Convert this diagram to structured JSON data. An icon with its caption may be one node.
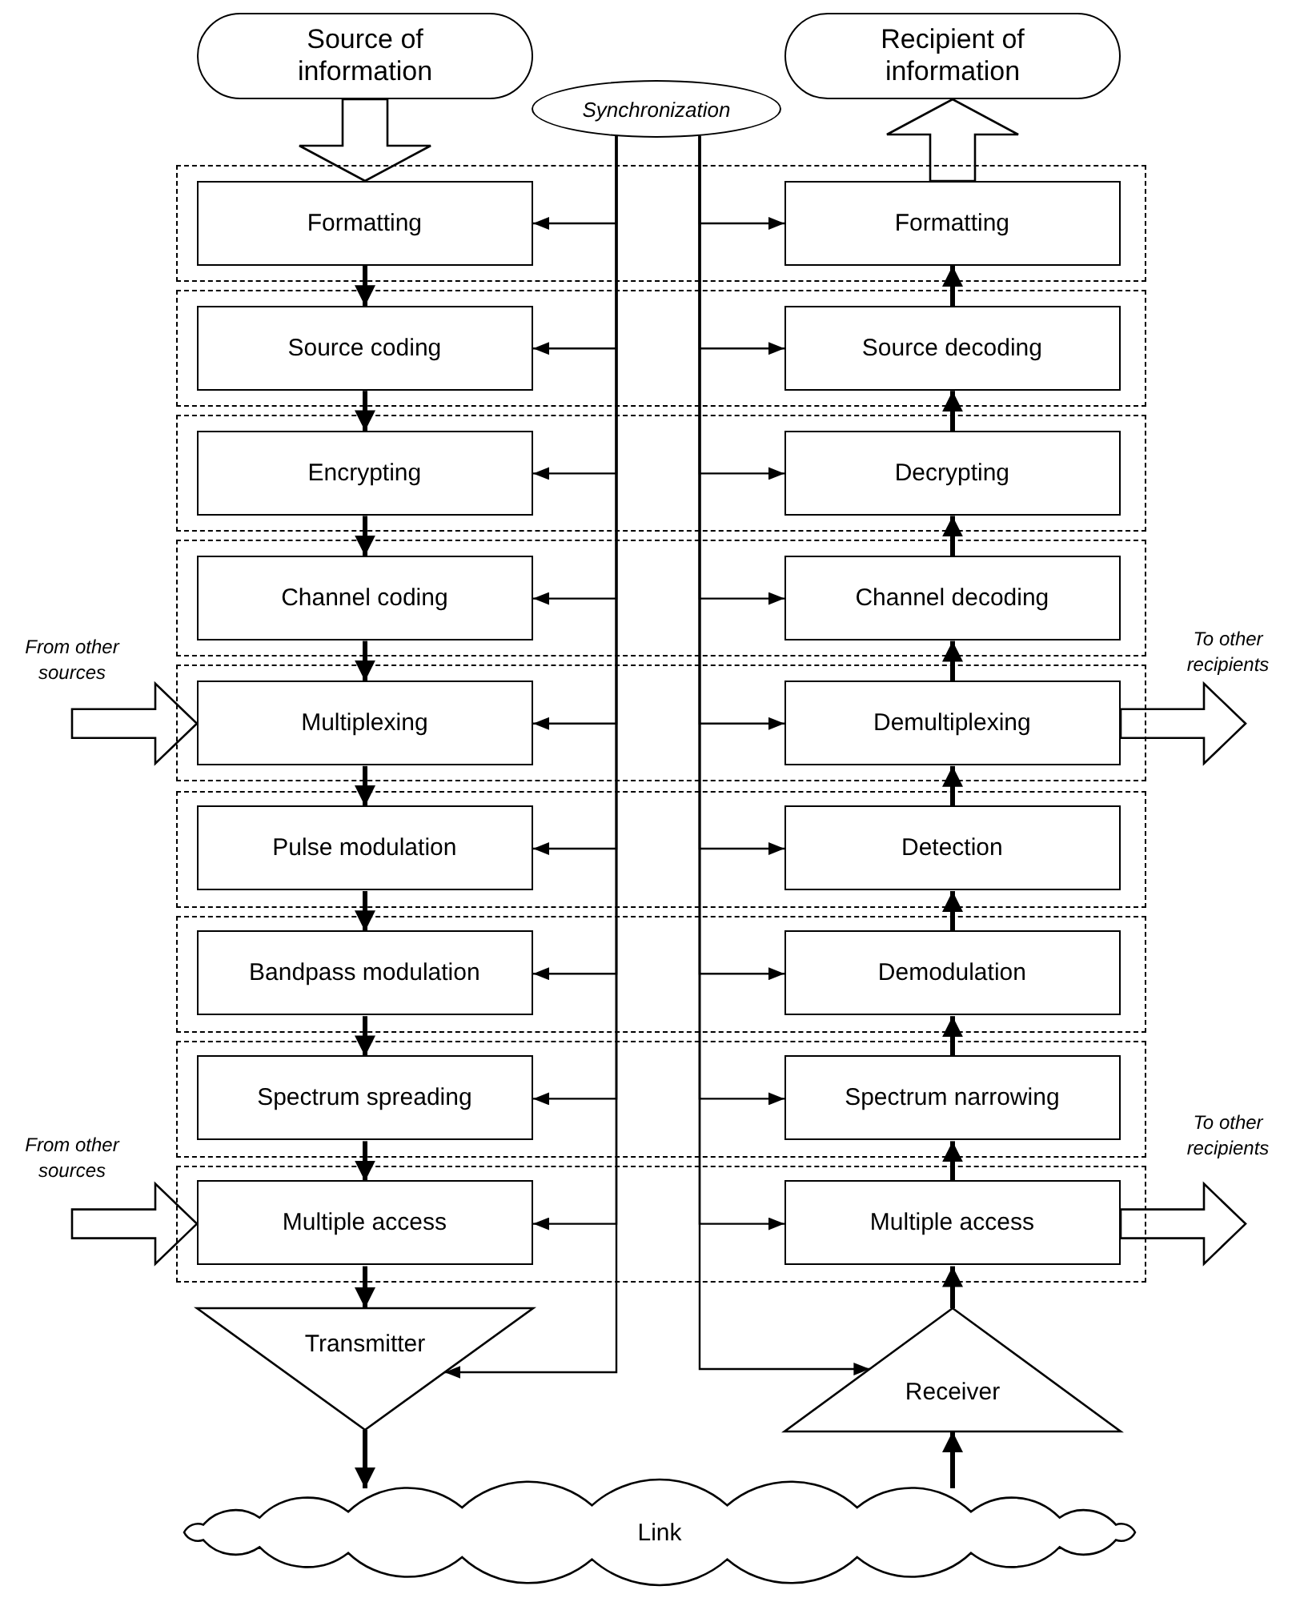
{
  "diagram": {
    "nodes": [
      {
        "text": [
          "Source of information"
        ]
      },
      {
        "text": [
          "Recipient of information"
        ]
      },
      {
        "text": [
          "Synchronization"
        ]
      },
      {
        "text": [],
        "shape": "box"
      },
      {
        "text": [
          "Formatting"
        ],
        "in": 3
      },
      {
        "text": [
          "Formatting"
        ],
        "in": 3
      },
      {
        "text": [],
        "shape": "box"
      },
      {
        "text": [
          "Source coding"
        ],
        "in": 6
      },
      {
        "text": [
          "Source decoding"
        ],
        "in": 6
      },
      {
        "text": [],
        "shape": "box"
      },
      {
        "text": [
          "Encrypting"
        ],
        "in": 9
      },
      {
        "text": [
          "Decrypting"
        ],
        "in": 9
      },
      {
        "text": [],
        "shape": "box"
      },
      {
        "text": [
          "Channel coding"
        ],
        "in": 12
      },
      {
        "text": [
          "Channel decoding"
        ],
        "in": 12
      },
      {
        "text": [],
        "shape": "box"
      },
      {
        "text": [
          "Multiplexing"
        ],
        "in": 15
      },
      {
        "text": [
          "Demultiplexing"
        ],
        "in": 15
      },
      {
        "text": [],
        "shape": "box"
      },
      {
        "text": [
          "Pulse modulation"
        ],
        "in": 18
      },
      {
        "text": [
          "Detection"
        ],
        "in": 18
      },
      {
        "text": [],
        "shape": "box"
      },
      {
        "text": [
          "Bandpass modulation"
        ],
        "in": 21
      },
      {
        "text": [
          "Demodulation"
        ],
        "in": 21
      },
      {
        "text": [],
        "shape": "box"
      },
      {
        "text": [
          "Spectrum spreading"
        ],
        "in": 24
      },
      {
        "text": [
          "Spectrum narrowing"
        ],
        "in": 24
      },
      {
        "text": [],
        "shape": "box"
      },
      {
        "text": [
          "Multiple access"
        ],
        "in": 27
      },
      {
        "text": [
          "Multiple access"
        ],
        "in": 27
      },
      {
        "text": [
          "Transmitter"
        ]
      },
      {
        "text": [
          "Receiver"
        ]
      },
      {
        "text": [
          "Link"
        ]
      },
      {
        "text": [
          "From other sources"
        ]
      },
      {
        "text": [
          "To other recipients"
        ]
      },
      {
        "text": [
          "From other sources"
        ]
      },
      {
        "text": [
          "To other recipients"
        ]
      }
    ],
    "edges": [
      {
        "from": 0,
        "to": 4,
        "arrow": "to"
      },
      {
        "from": 5,
        "to": 1,
        "arrow": "to"
      },
      {
        "from": 33,
        "to": 16,
        "arrow": "to"
      },
      {
        "from": 17,
        "to": 34,
        "arrow": "to"
      },
      {
        "from": 35,
        "to": 28,
        "arrow": "to"
      },
      {
        "from": 29,
        "to": 36,
        "arrow": "to"
      },
      {
        "from": 4,
        "to": 7,
        "arrow": "to",
        "style": "thick"
      },
      {
        "from": 7,
        "to": 10,
        "arrow": "to",
        "style": "thick"
      },
      {
        "from": 10,
        "to": 13,
        "arrow": "to",
        "style": "thick"
      },
      {
        "from": 13,
        "to": 16,
        "arrow": "to",
        "style": "thick"
      },
      {
        "from": 16,
        "to": 19,
        "arrow": "to",
        "style": "thick"
      },
      {
        "from": 19,
        "to": 22,
        "arrow": "to",
        "style": "thick"
      },
      {
        "from": 22,
        "to": 25,
        "arrow": "to",
        "style": "thick"
      },
      {
        "from": 25,
        "to": 28,
        "arrow": "to",
        "style": "thick"
      },
      {
        "from": 28,
        "to": 30,
        "arrow": "to",
        "style": "thick"
      },
      {
        "from": 30,
        "to": 32,
        "arrow": "to",
        "style": "thick"
      },
      {
        "from": 32,
        "to": 31,
        "arrow": "to",
        "style": "thick"
      },
      {
        "from": 31,
        "to": 29,
        "arrow": "to",
        "style": "thick"
      },
      {
        "from": 29,
        "to": 26,
        "arrow": "to",
        "style": "thick"
      },
      {
        "from": 26,
        "to": 23,
        "arrow": "to",
        "style": "thick"
      },
      {
        "from": 23,
        "to": 20,
        "arrow": "to",
        "style": "thick"
      },
      {
        "from": 20,
        "to": 17,
        "arrow": "to",
        "style": "thick"
      },
      {
        "from": 17,
        "to": 14,
        "arrow": "to",
        "style": "thick"
      },
      {
        "from": 14,
        "to": 11,
        "arrow": "to",
        "style": "thick"
      },
      {
        "from": 11,
        "to": 8,
        "arrow": "to",
        "style": "thick"
      },
      {
        "from": 8,
        "to": 5,
        "arrow": "to",
        "style": "thick"
      },
      {
        "from": 2,
        "to": 4,
        "arrow": "to"
      },
      {
        "from": 2,
        "to": 7,
        "arrow": "to"
      },
      {
        "from": 2,
        "to": 10,
        "arrow": "to"
      },
      {
        "from": 2,
        "to": 13,
        "arrow": "to"
      },
      {
        "from": 2,
        "to": 16,
        "arrow": "to"
      },
      {
        "from": 2,
        "to": 19,
        "arrow": "to"
      },
      {
        "from": 2,
        "to": 22,
        "arrow": "to"
      },
      {
        "from": 2,
        "to": 25,
        "arrow": "to"
      },
      {
        "from": 2,
        "to": 28,
        "arrow": "to"
      },
      {
        "from": 2,
        "to": 30,
        "arrow": "to"
      },
      {
        "from": 2,
        "to": 5,
        "arrow": "to"
      },
      {
        "from": 2,
        "to": 8,
        "arrow": "to"
      },
      {
        "from": 2,
        "to": 11,
        "arrow": "to"
      },
      {
        "from": 2,
        "to": 14,
        "arrow": "to"
      },
      {
        "from": 2,
        "to": 17,
        "arrow": "to"
      },
      {
        "from": 2,
        "to": 20,
        "arrow": "to"
      },
      {
        "from": 2,
        "to": 23,
        "arrow": "to"
      },
      {
        "from": 2,
        "to": 26,
        "arrow": "to"
      },
      {
        "from": 2,
        "to": 29,
        "arrow": "to"
      },
      {
        "from": 2,
        "to": 31,
        "arrow": "to"
      }
    ]
  }
}
